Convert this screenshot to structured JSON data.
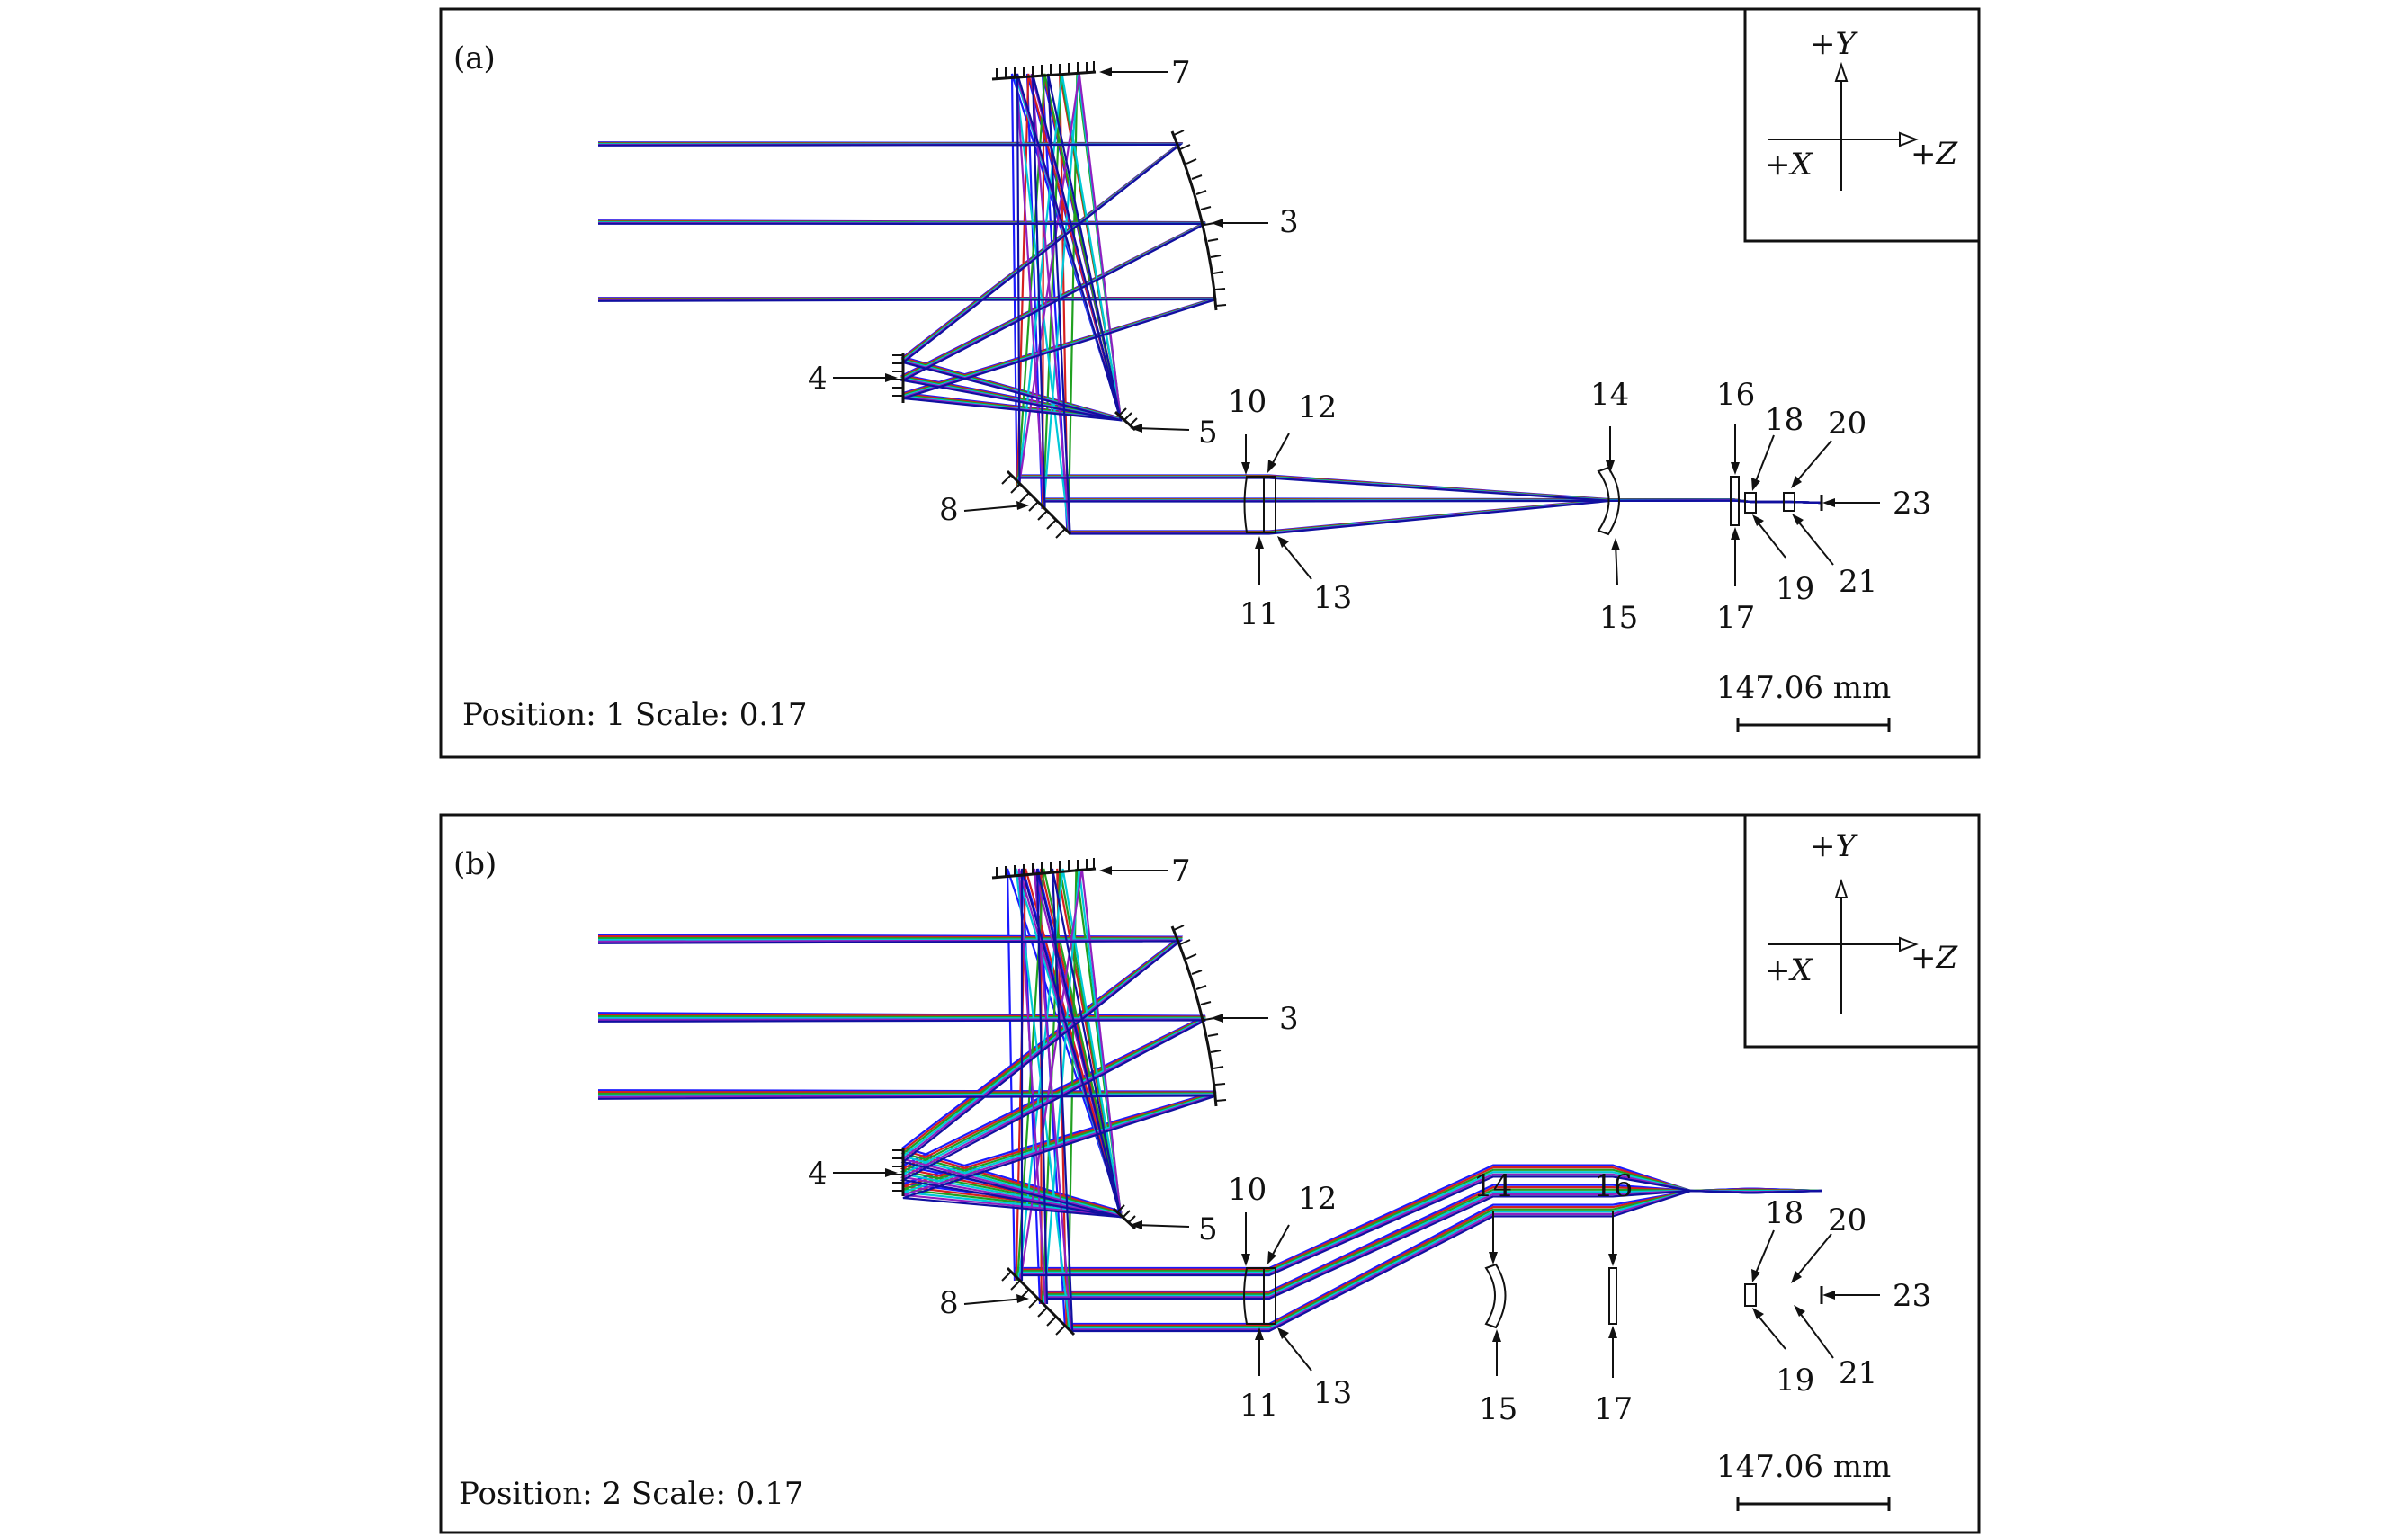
{
  "panels": [
    {
      "id": "a",
      "tag": "(a)",
      "position_text": "Position: 1 Scale: 0.17",
      "scale_bar_text": "147.06 mm",
      "axes": {
        "y": "+Y",
        "z": "+Z",
        "x": "+X"
      },
      "labels": {
        "l7": "7",
        "l3": "3",
        "l4": "4",
        "l5": "5",
        "l8": "8",
        "l10": "10",
        "l11": "11",
        "l12": "12",
        "l13": "13",
        "l14": "14",
        "l15": "15",
        "l16": "16",
        "l17": "17",
        "l18": "18",
        "l19": "19",
        "l20": "20",
        "l21": "21",
        "l23": "23"
      }
    },
    {
      "id": "b",
      "tag": "(b)",
      "position_text": "Position: 2  Scale: 0.17",
      "scale_bar_text": "147.06 mm",
      "axes": {
        "y": "+Y",
        "z": "+Z",
        "x": "+X"
      },
      "labels": {
        "l7": "7",
        "l3": "3",
        "l4": "4",
        "l5": "5",
        "l8": "8",
        "l10": "10",
        "l11": "11",
        "l12": "12",
        "l13": "13",
        "l14": "14",
        "l15": "15",
        "l16": "16",
        "l17": "17",
        "l18": "18",
        "l19": "19",
        "l20": "20",
        "l21": "21",
        "l23": "23"
      }
    }
  ],
  "ray_colors": [
    "#1a1aff",
    "#d42020",
    "#20a020",
    "#00c8d8",
    "#9020c0",
    "#1010a0"
  ]
}
